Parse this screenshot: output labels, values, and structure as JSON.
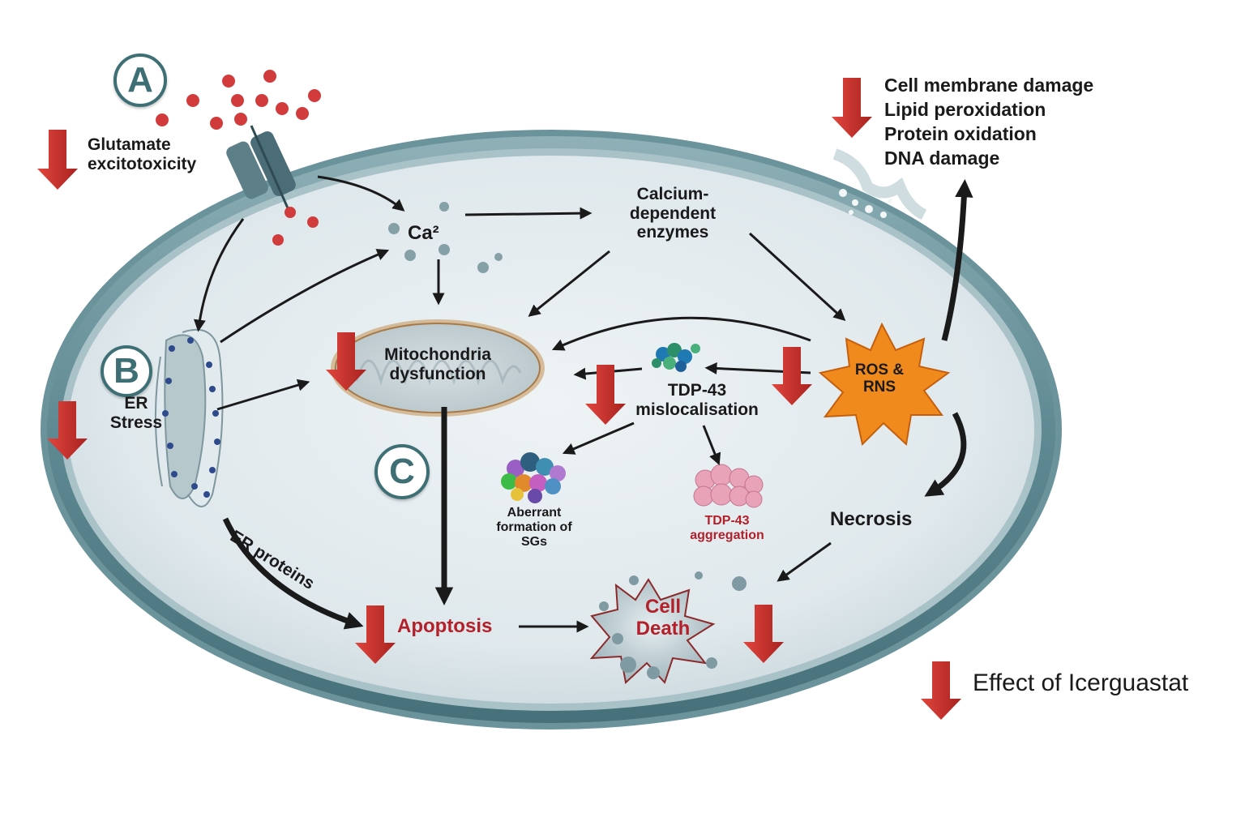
{
  "labels": {
    "glutamate": "Glutamate excitotoxicity",
    "calcium": "Ca²",
    "calcium_enzymes": "Calcium-dependent enzymes",
    "damage_list": [
      "Cell membrane damage",
      "Lipid peroxidation",
      "Protein oxidation",
      "DNA damage"
    ],
    "mitochondria": "Mitochondria dysfunction",
    "tdp43_mislocalisation": "TDP-43 mislocalisation",
    "ros_rns": "ROS & RNS",
    "er_stress": "ER Stress",
    "er_proteins": "ER proteins",
    "aberrant_sgs": "Aberrant formation of SGs",
    "tdp43_aggregation": "TDP-43 aggregation",
    "necrosis": "Necrosis",
    "apoptosis": "Apoptosis",
    "cell_death": "Cell Death"
  },
  "badges": {
    "a": "A",
    "b": "B",
    "c": "C"
  },
  "legend": {
    "label": "Effect of Icerguastat"
  },
  "colors": {
    "inhibit_arrow": "#c8302b",
    "membrane": "#5f8a93",
    "cytoplasm": "#dfe8ec",
    "glutamate_dot": "#d23b3b",
    "calcium_dot": "#7f9aa2",
    "ros_burst": "#f08a1c",
    "red_text": "#b3202a"
  }
}
